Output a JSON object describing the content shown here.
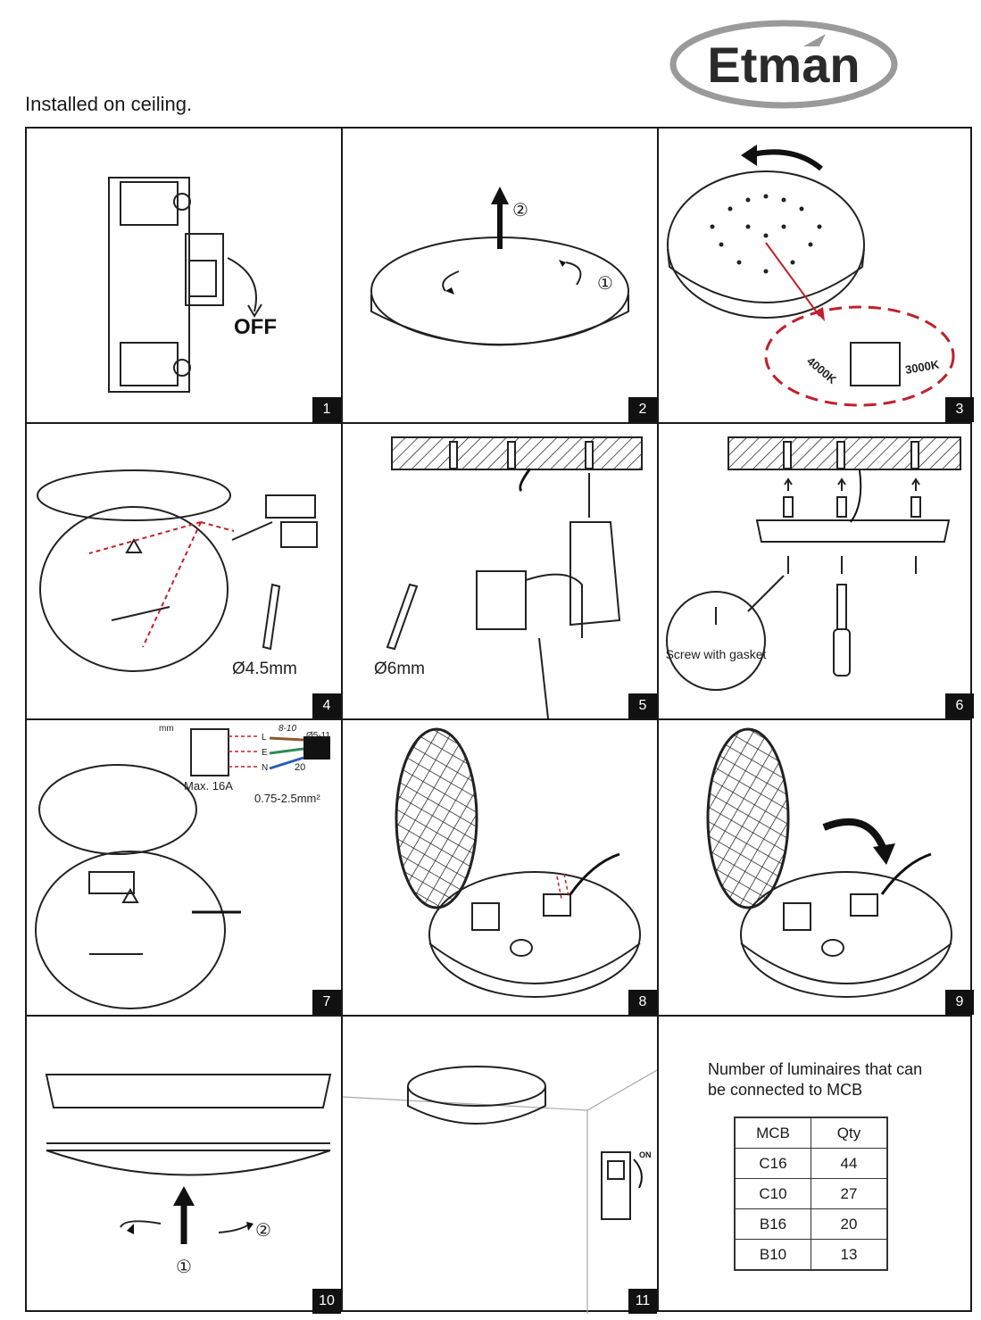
{
  "brand": {
    "name": "Etman",
    "accent": "#9a9a9a"
  },
  "caption": "Installed on ceiling.",
  "steps": [
    {
      "number": "1",
      "label": "OFF"
    },
    {
      "number": "2",
      "markers": [
        "①",
        "②"
      ]
    },
    {
      "number": "3",
      "labels": [
        "4000K",
        "3000K"
      ]
    },
    {
      "number": "4",
      "label": "Ø4.5mm"
    },
    {
      "number": "5",
      "label": "Ø6mm"
    },
    {
      "number": "6",
      "label": "Screw with gasket"
    },
    {
      "number": "7",
      "unit": "mm",
      "wires": [
        "L",
        "E",
        "N"
      ],
      "strip": "8-10",
      "diameter": "Ø5-11",
      "length": "20",
      "max": "Max. 16A",
      "cross_section": "0.75-2.5mm²"
    },
    {
      "number": "8"
    },
    {
      "number": "9"
    },
    {
      "number": "10",
      "markers": [
        "①",
        "②"
      ]
    },
    {
      "number": "11",
      "label": "ON"
    }
  ],
  "mcb_table": {
    "title": "Number of luminaires that can be connected to MCB",
    "headers": [
      "MCB",
      "Qty"
    ],
    "rows": [
      [
        "C16",
        "44"
      ],
      [
        "C10",
        "27"
      ],
      [
        "B16",
        "20"
      ],
      [
        "B10",
        "13"
      ]
    ]
  }
}
